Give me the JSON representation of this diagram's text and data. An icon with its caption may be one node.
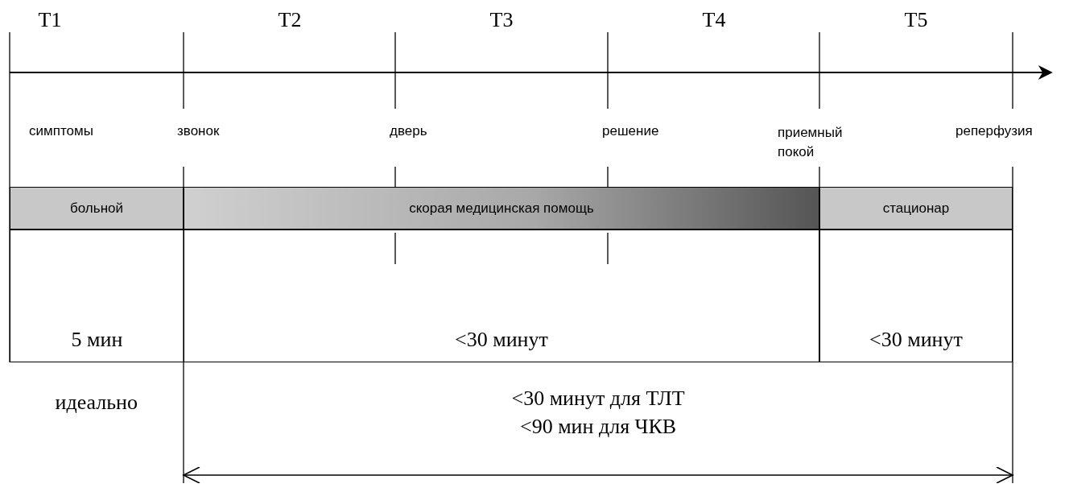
{
  "diagram": {
    "nodes": [
      {
        "text": [
          "больной"
        ]
      },
      {
        "text": [
          "скорая медицинская помощь"
        ]
      },
      {
        "text": [
          "стационар"
        ]
      },
      {
        "text": [
          "5 мин"
        ]
      },
      {
        "text": [
          "<30 минут"
        ]
      },
      {
        "text": [
          "<30 минут"
        ]
      }
    ],
    "labels": [
      "T1",
      "T2",
      "T3",
      "T4",
      "T5",
      "симптомы",
      "звонок",
      "дверь",
      "решение",
      "приемный покой",
      "реперфузия",
      "идеально",
      "<30 минут для ТЛТ",
      "<90 мин для ЧКВ"
    ]
  }
}
